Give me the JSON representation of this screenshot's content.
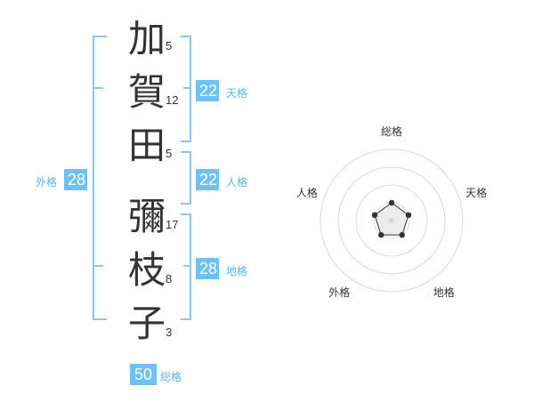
{
  "name_chars": [
    {
      "char": "加",
      "strokes": "5"
    },
    {
      "char": "賀",
      "strokes": "12"
    },
    {
      "char": "田",
      "strokes": "5"
    },
    {
      "char": "彌",
      "strokes": "17"
    },
    {
      "char": "枝",
      "strokes": "8"
    },
    {
      "char": "子",
      "strokes": "3"
    }
  ],
  "kakaku": {
    "tenkaku": {
      "value": "22",
      "label": "天格"
    },
    "jinkaku": {
      "value": "22",
      "label": "人格"
    },
    "chikaku": {
      "value": "28",
      "label": "地格"
    },
    "gaikaku": {
      "value": "28",
      "label": "外格"
    },
    "soukaku": {
      "value": "50",
      "label": "総格"
    }
  },
  "colors": {
    "accent": "#6ec1f5",
    "bracket": "#86c8f2",
    "text": "#333333"
  },
  "chart_data": {
    "type": "radar",
    "axes": [
      "総格",
      "天格",
      "地格",
      "外格",
      "人格"
    ],
    "values": [
      1.0,
      1.0,
      1.0,
      1.0,
      1.0
    ],
    "rings": 4,
    "rmax": 4
  }
}
